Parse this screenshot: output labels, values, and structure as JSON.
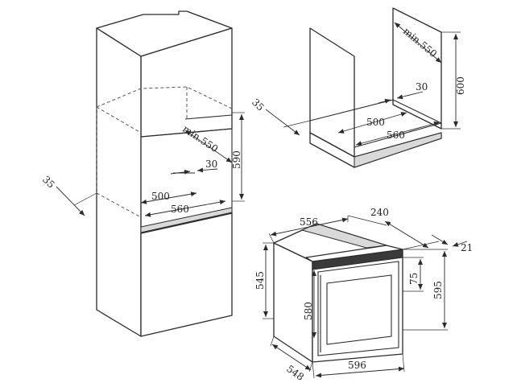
{
  "left_unit": {
    "recess_depth": "35",
    "cavity_depth": "min.550",
    "gap_rear": "30",
    "cavity_width_inner": "500",
    "cavity_width_outer": "560",
    "cavity_height": "590"
  },
  "right_unit": {
    "recess_depth": "35",
    "cavity_depth": "min.550",
    "gap_rear": "30",
    "cavity_width_inner": "500",
    "cavity_width_outer": "560",
    "cavity_height": "600"
  },
  "oven": {
    "depth_top": "556",
    "projection": "240",
    "front_thickness": "21",
    "body_height": "545",
    "panel_height": "75",
    "total_height": "595",
    "door_height": "580",
    "body_depth": "548",
    "width": "596"
  }
}
